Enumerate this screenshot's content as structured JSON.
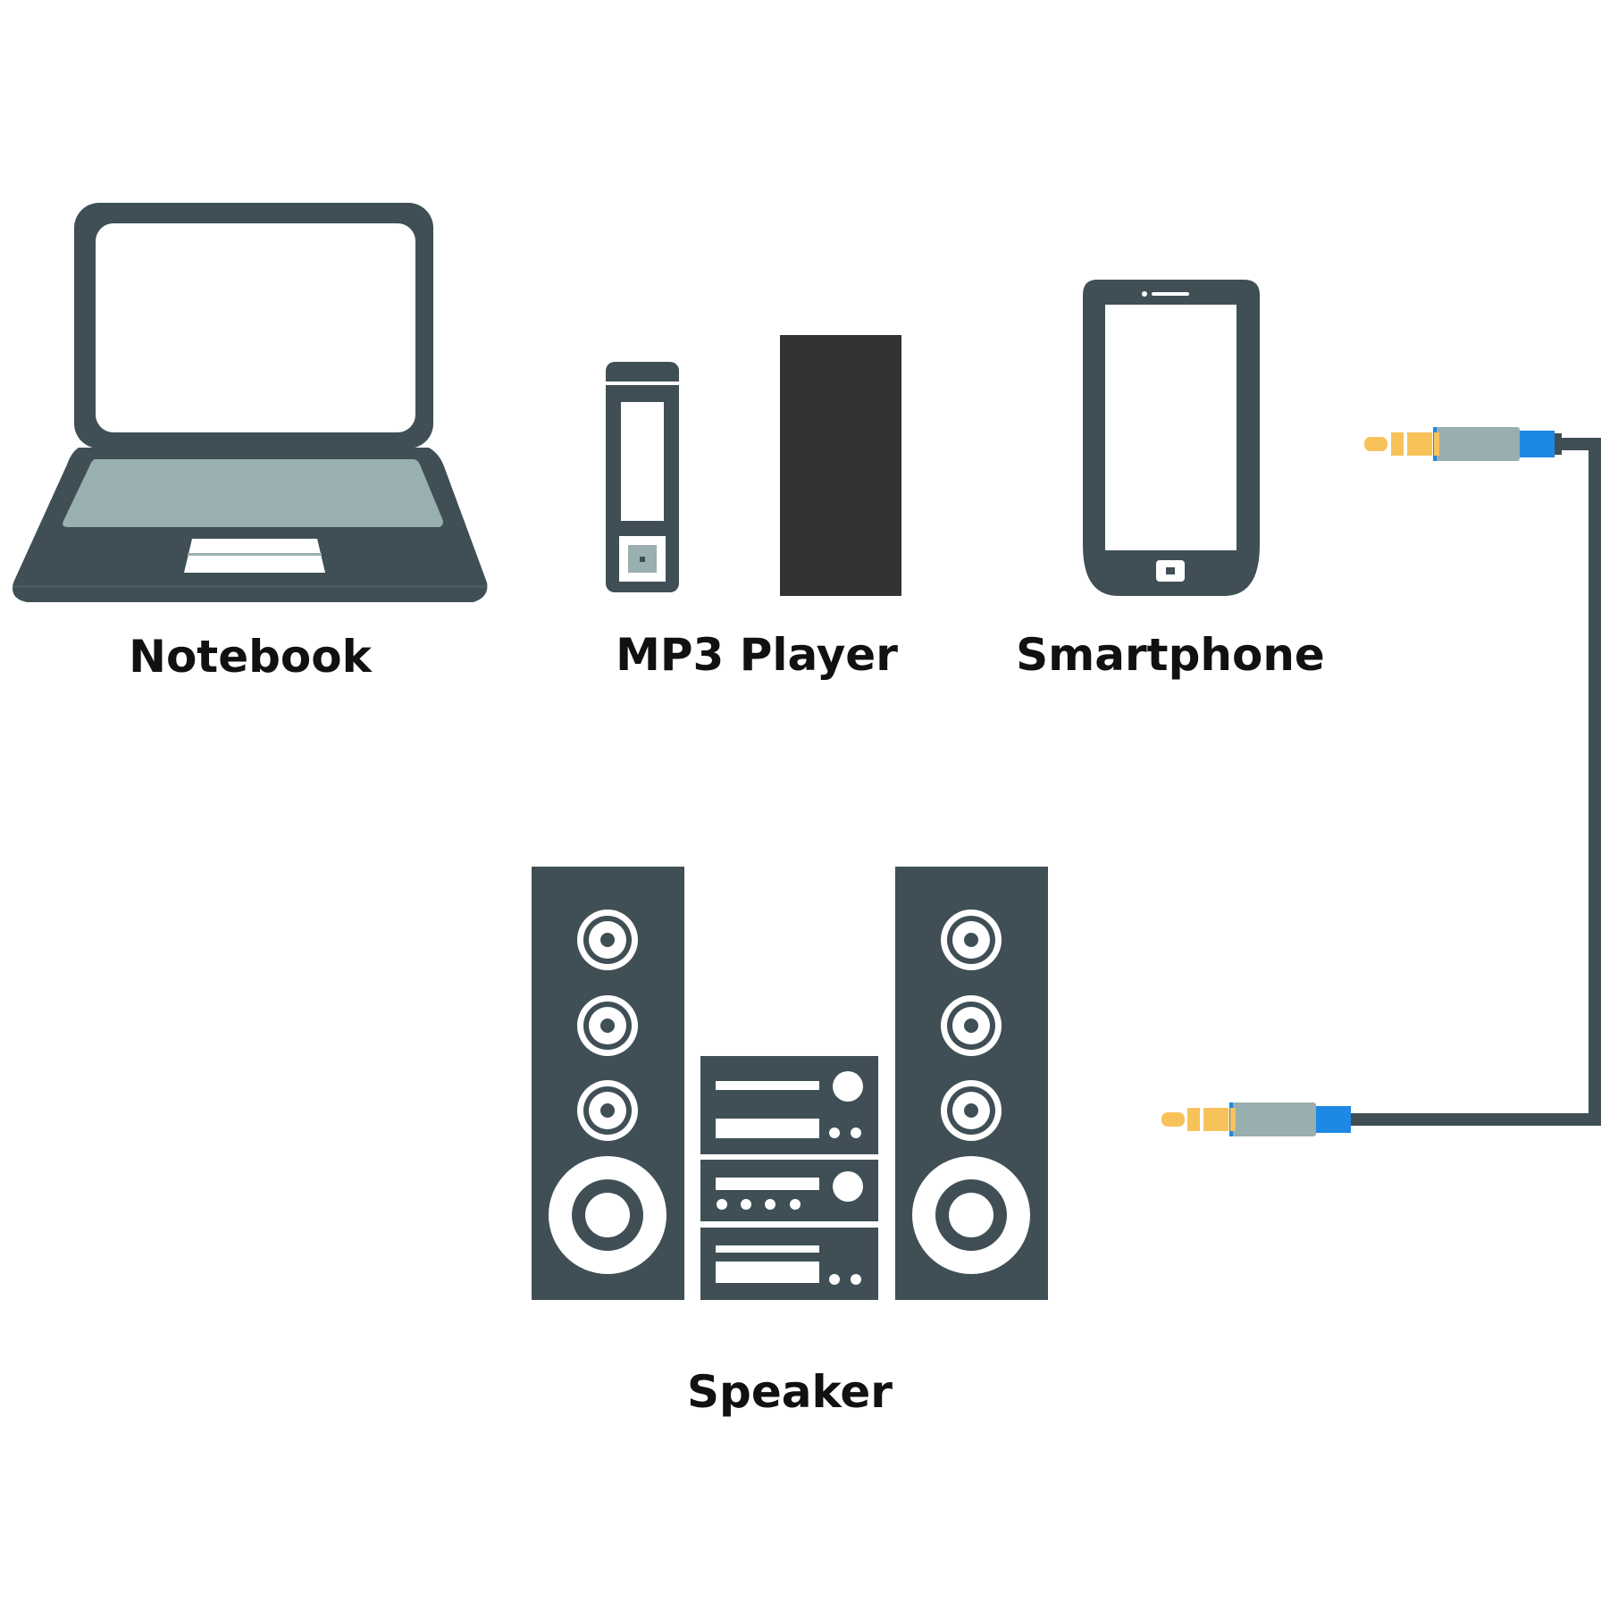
{
  "devices": {
    "notebook": {
      "label": "Notebook",
      "icon": "laptop-icon"
    },
    "mp3_player": {
      "label": "MP3 Player",
      "icon": "mp3-player-icon"
    },
    "smartphone": {
      "label": "Smartphone",
      "icon": "smartphone-icon"
    },
    "speaker": {
      "label": "Speaker",
      "icon": "stereo-speaker-icon"
    }
  },
  "cable": {
    "icon": "audio-jack-cable-icon",
    "ends": [
      "3.5mm-plug-icon",
      "3.5mm-plug-icon"
    ]
  },
  "colors": {
    "device_dark": "#3f4f55",
    "device_light": "#9aafaf",
    "mp3_black": "#333333",
    "plug_gold": "#f8c25a",
    "plug_grey": "#99aeae",
    "plug_blue": "#1e88e5",
    "label_text": "#111111"
  }
}
